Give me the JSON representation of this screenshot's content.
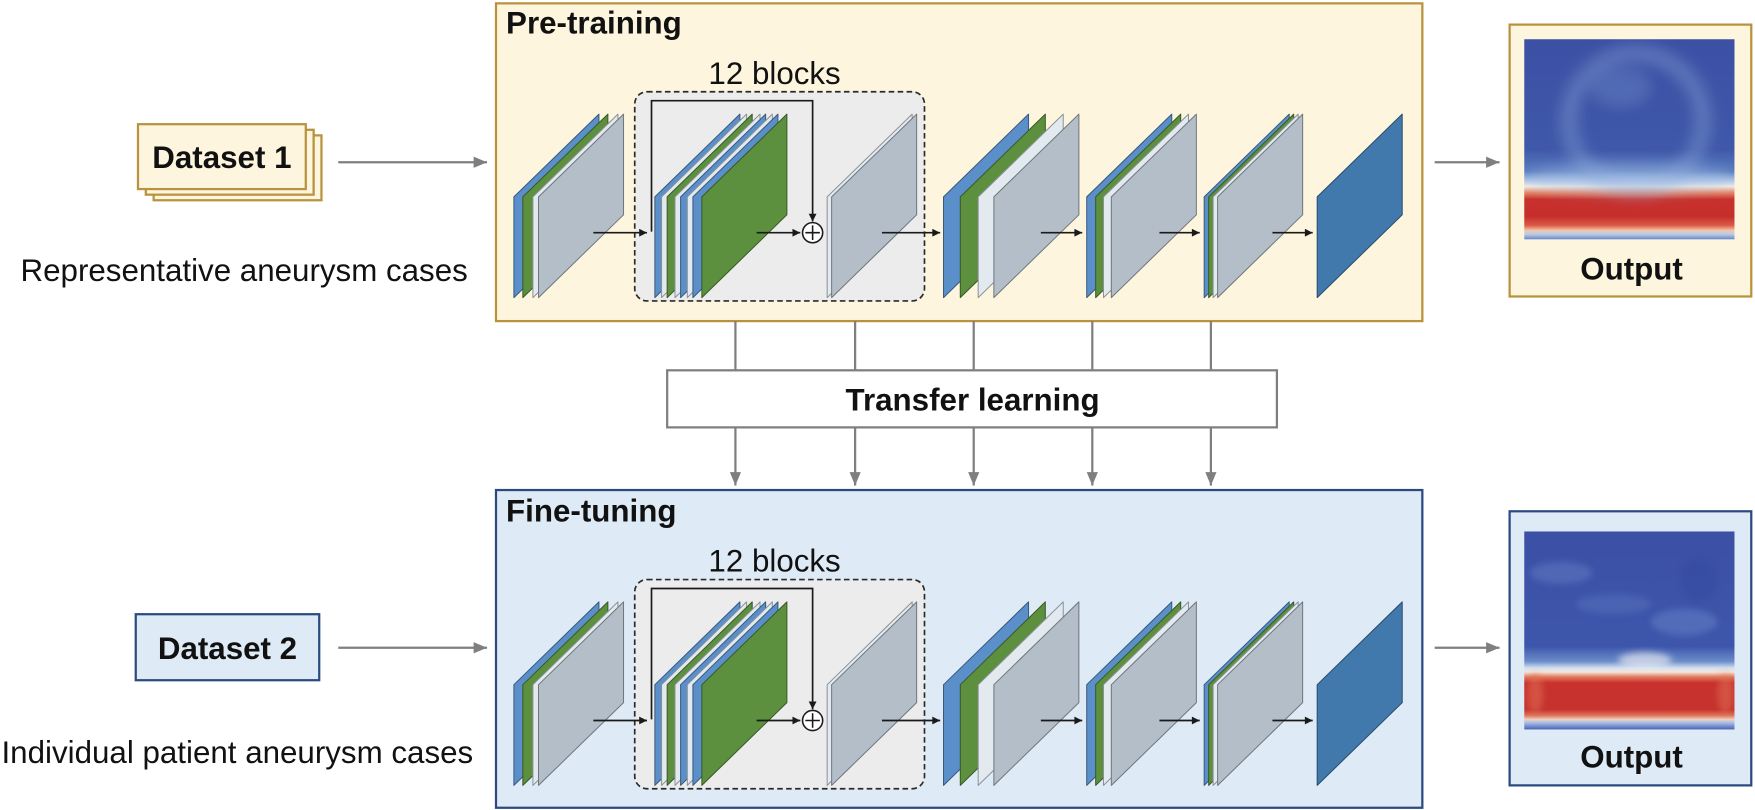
{
  "pretraining": {
    "title": "Pre-training",
    "blocks_label": "12 blocks",
    "dataset_label": "Dataset 1",
    "dataset_caption": "Representative aneurysm cases",
    "output_label": "Output"
  },
  "transfer": {
    "label": "Transfer learning"
  },
  "finetuning": {
    "title": "Fine-tuning",
    "blocks_label": "12 blocks",
    "dataset_label": "Dataset 2",
    "dataset_caption": "Individual patient aneurysm cases",
    "output_label": "Output"
  },
  "icons": {
    "residual_sum": "circle-plus-icon"
  },
  "colors": {
    "pretraining_fill": "#fdf5de",
    "pretraining_border": "#b8923c",
    "finetuning_fill": "#deeaf6",
    "finetuning_border": "#2b4a80",
    "transfer_border": "#7f7f7f",
    "connector_gray": "#7f7f7f",
    "block_group_fill": "#ececec",
    "conv_layer": "#5b8fc9",
    "norm_layer": "#5c8f3e",
    "activation_layer": "#e2eaf0",
    "feature_map": "#b3bec9",
    "prediction_layer": "#4179ad",
    "heatmap_low": "#3c50a4",
    "heatmap_high": "#c8312d"
  }
}
